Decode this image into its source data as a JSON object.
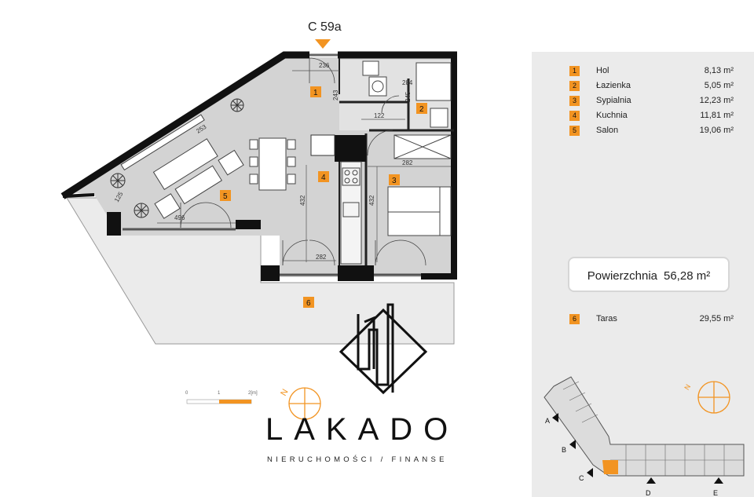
{
  "apartment": {
    "code": "C 59a",
    "accent_color": "#f29422"
  },
  "plan": {
    "room_markers": [
      "1",
      "2",
      "3",
      "4",
      "5",
      "6"
    ],
    "dimensions": [
      "236",
      "243",
      "284",
      "245",
      "122",
      "253",
      "282",
      "432",
      "432",
      "496",
      "282",
      "125"
    ]
  },
  "rooms": [
    {
      "num": "1",
      "name": "Hol",
      "area": "8,13 m²"
    },
    {
      "num": "2",
      "name": "Łazienka",
      "area": "5,05 m²"
    },
    {
      "num": "3",
      "name": "Sypialnia",
      "area": "12,23 m²"
    },
    {
      "num": "4",
      "name": "Kuchnia",
      "area": "11,81 m²"
    },
    {
      "num": "5",
      "name": "Salon",
      "area": "19,06 m²"
    }
  ],
  "total": {
    "label": "Powierzchnia",
    "value": "56,28 m²"
  },
  "terrace": {
    "num": "6",
    "name": "Taras",
    "area": "29,55 m²"
  },
  "scale": {
    "labels": [
      "0",
      "1",
      "2[m]"
    ]
  },
  "logo": {
    "name": "LAKADO",
    "tagline": "NIERUCHOMOŚCI / FINANSE"
  },
  "key_plan": {
    "sections": [
      "A",
      "B",
      "C",
      "D",
      "E"
    ],
    "compass": "N"
  }
}
